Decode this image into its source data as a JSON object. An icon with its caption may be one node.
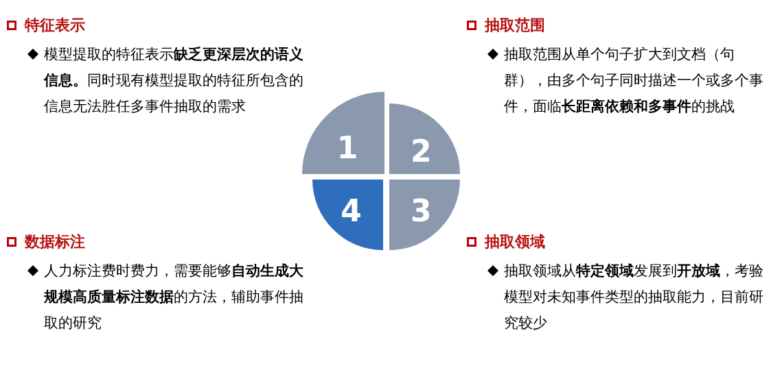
{
  "diagram": {
    "nodes": [
      {
        "text": [
          "1"
        ]
      },
      {
        "text": [
          "2"
        ]
      },
      {
        "text": [
          "4"
        ]
      },
      {
        "text": [
          "3"
        ]
      }
    ],
    "labels": [
      "特征表示",
      "模型提取的特征表示**缺乏更深层次的语义信息。**同时现有模型提取的特征所包含的信息无法胜任多事件抽取的需求",
      "抽取范围",
      "抽取范围从单个句子扩大到文档（句群），由多个句子同时描述一个或多个事件，面临**长距离依赖和多事件**的挑战",
      "数据标注",
      "人力标注费时费力，需要能够**自动生成大规模高质量标注数据**的方法，辅助事件抽取的研究",
      "抽取领域",
      "抽取领域从**特定领域**发展到**开放域**，考验模型对未知事件类型的抽取能力，目前研究较少"
    ]
  }
}
